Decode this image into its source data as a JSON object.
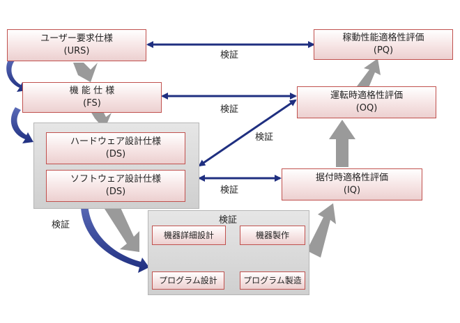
{
  "boxes": {
    "urs": {
      "title": "ユーザー要求仕様",
      "code": "(URS)"
    },
    "fs": {
      "title": "機 能 仕 様",
      "code": "(FS)"
    },
    "hw_ds": {
      "title": "ハードウェア設計仕様",
      "code": "(DS)"
    },
    "sw_ds": {
      "title": "ソフトウェア設計仕様",
      "code": "(DS)"
    },
    "pq": {
      "title": "稼動性能適格性評価",
      "code": "(PQ)"
    },
    "oq": {
      "title": "運転時適格性評価",
      "code": "(OQ)"
    },
    "iq": {
      "title": "据付時適格性評価",
      "code": "(IQ)"
    },
    "equip_design": {
      "title": "機器詳細設計"
    },
    "equip_make": {
      "title": "機器製作"
    },
    "prog_design": {
      "title": "プログラム設計"
    },
    "prog_make": {
      "title": "プログラム製造"
    }
  },
  "labels": {
    "verify_urs_pq": "検証",
    "verify_fs_oq": "検証",
    "verify_ds_oq": "検証",
    "verify_ds_iq": "検証",
    "verify_left": "検証",
    "verify_build": "検証"
  },
  "colors": {
    "box_border": "#c0504d",
    "box_fill": "#f3dede",
    "arrow_navy": "#1f2f80",
    "arrow_gray": "#9a9a9a",
    "swoosh_blue": "#2e3f93"
  }
}
